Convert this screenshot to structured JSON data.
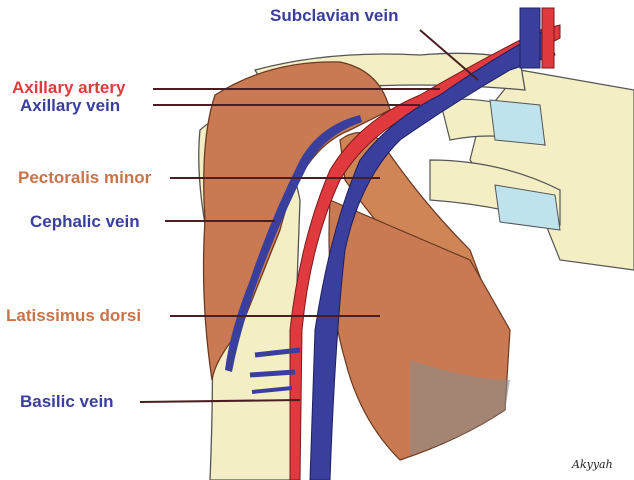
{
  "labels": {
    "subclavian_vein": "Subclavian vein",
    "axillary_artery": "Axillary artery",
    "axillary_vein": "Axillary vein",
    "pectoralis_minor": "Pectoralis minor",
    "cephalic_vein": "Cephalic vein",
    "latissimus_dorsi": "Latissimus dorsi",
    "basilic_vein": "Basilic vein"
  },
  "signature": "Akyyah",
  "colors": {
    "artery": "#e03a3e",
    "vein": "#3a3f9e",
    "muscle": "#c8744a",
    "bone": "#f3eec4",
    "cartilage": "#bfe3ec",
    "leader": "#4a1f22"
  }
}
